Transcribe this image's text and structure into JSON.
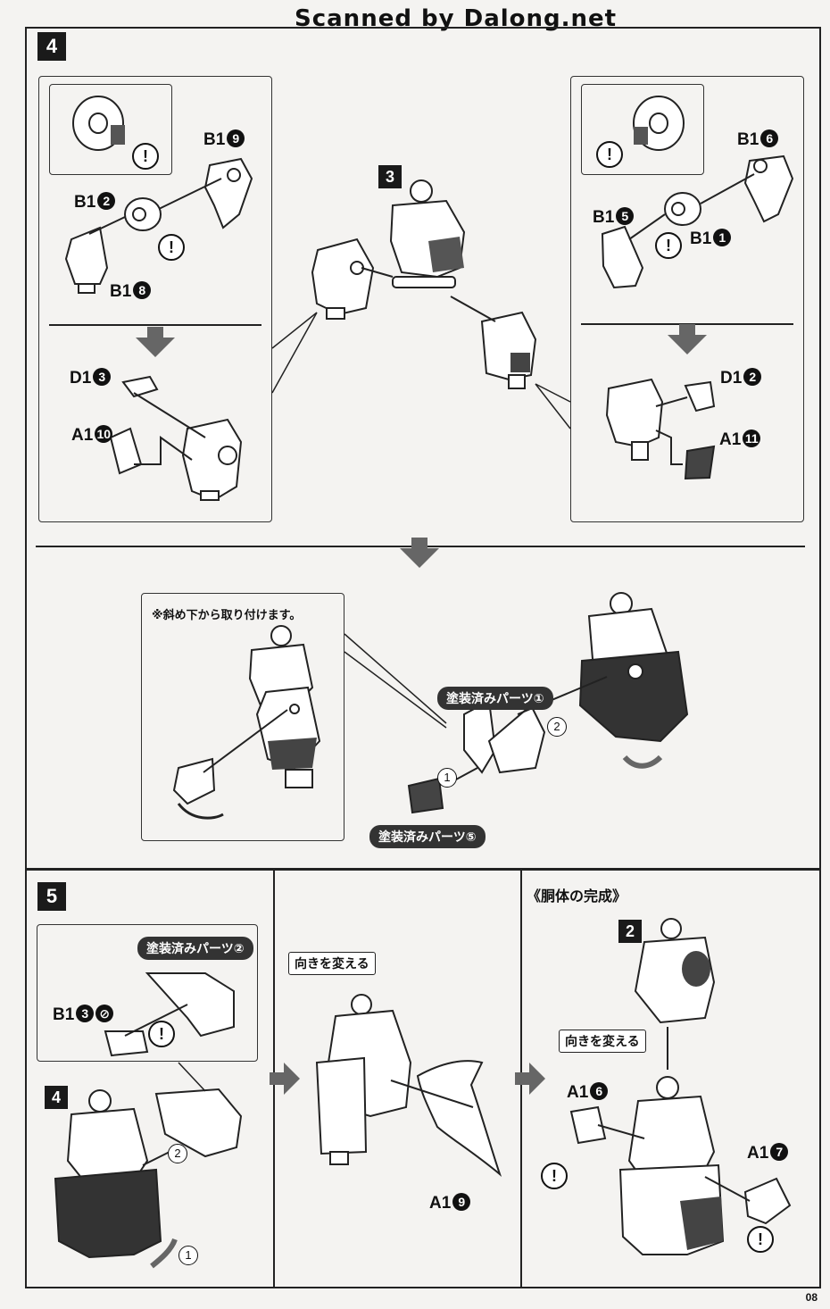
{
  "header": {
    "scan_credit": "Scanned by Dalong.net"
  },
  "page_number": "08",
  "step4": {
    "badge": "4",
    "center_badge": "3",
    "left_parts": {
      "b1_9": {
        "prefix": "B1",
        "num": "9"
      },
      "b1_2": {
        "prefix": "B1",
        "num": "2"
      },
      "b1_8": {
        "prefix": "B1",
        "num": "8"
      },
      "d1_3": {
        "prefix": "D1",
        "num": "3"
      },
      "a1_10": {
        "prefix": "A1",
        "num": "10"
      }
    },
    "right_parts": {
      "b1_6": {
        "prefix": "B1",
        "num": "6"
      },
      "b1_5": {
        "prefix": "B1",
        "num": "5"
      },
      "b1_1": {
        "prefix": "B1",
        "num": "1"
      },
      "d1_2": {
        "prefix": "D1",
        "num": "2"
      },
      "a1_11": {
        "prefix": "A1",
        "num": "11"
      }
    },
    "warning_symbol": "!"
  },
  "mid": {
    "note": "※斜め下から取り付けます。",
    "painted1": "塗装済みパーツ①",
    "painted5": "塗装済みパーツ⑤",
    "order1": "1",
    "order2": "2"
  },
  "step5": {
    "badge": "5",
    "sub_badge": "4",
    "painted2": "塗装済みパーツ②",
    "b1_3": {
      "prefix": "B1",
      "num": "3"
    },
    "order1": "1",
    "order2": "2",
    "turn_label": "向きを変える",
    "a1_9": {
      "prefix": "A1",
      "num": "9"
    }
  },
  "complete": {
    "title": "《胴体の完成》",
    "badge": "2",
    "turn_label": "向きを変える",
    "a1_6": {
      "prefix": "A1",
      "num": "6"
    },
    "a1_7": {
      "prefix": "A1",
      "num": "7"
    }
  }
}
